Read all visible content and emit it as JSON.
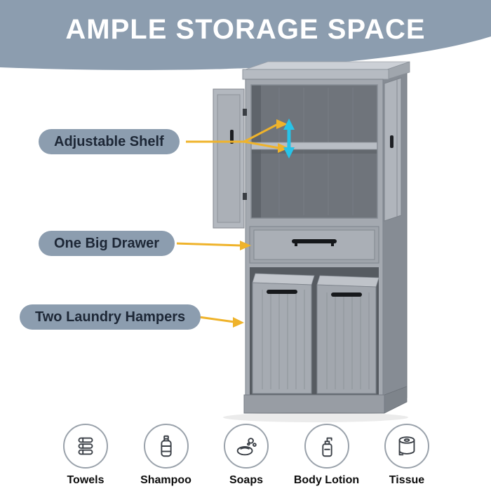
{
  "header": {
    "title": "AMPLE STORAGE SPACE"
  },
  "callouts": [
    {
      "id": "adjustable-shelf",
      "label": "Adjustable Shelf"
    },
    {
      "id": "one-big-drawer",
      "label": "One Big Drawer"
    },
    {
      "id": "two-laundry-hampers",
      "label": "Two Laundry Hampers"
    }
  ],
  "features": [
    {
      "icon": "towels-icon",
      "label": "Towels"
    },
    {
      "icon": "shampoo-icon",
      "label": "Shampoo"
    },
    {
      "icon": "soaps-icon",
      "label": "Soaps"
    },
    {
      "icon": "body-lotion-icon",
      "label": "Body Lotion"
    },
    {
      "icon": "tissue-icon",
      "label": "Tissue"
    }
  ],
  "colors": {
    "banner": "#8c9daf",
    "pill": "#8c9daf",
    "pillText": "#1d2736",
    "arrow": "#efb32b",
    "cyan": "#27c3e8",
    "icon": "#3a3f46",
    "cabinet": "#a4a9b0"
  }
}
